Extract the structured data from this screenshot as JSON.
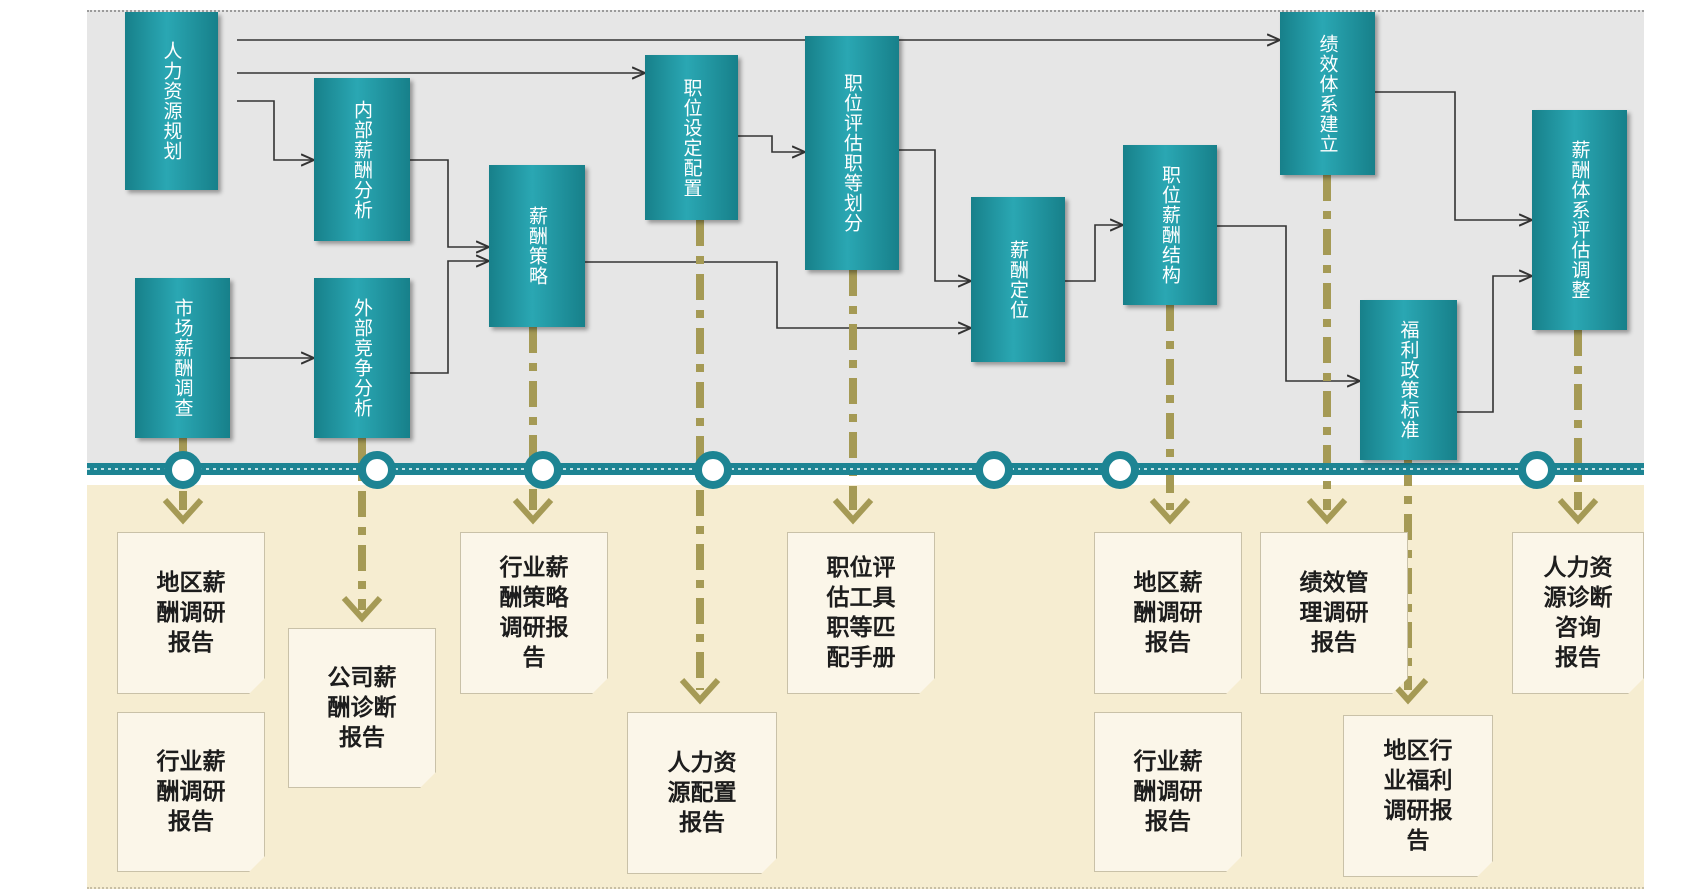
{
  "process_steps": [
    {
      "id": "hr-planning",
      "label": "人力资源规划"
    },
    {
      "id": "market-survey",
      "label": "市场薪酬调查"
    },
    {
      "id": "internal-analysis",
      "label": "内部薪酬分析"
    },
    {
      "id": "external-analysis",
      "label": "外部竞争分析"
    },
    {
      "id": "salary-strategy",
      "label": "薪酬策略"
    },
    {
      "id": "position-setup",
      "label": "职位设定配置"
    },
    {
      "id": "position-evaluation",
      "label": "职位评估职等划分"
    },
    {
      "id": "salary-positioning",
      "label": "薪酬定位"
    },
    {
      "id": "position-salary-structure",
      "label": "职位薪酬结构"
    },
    {
      "id": "performance-system",
      "label": "绩效体系建立"
    },
    {
      "id": "welfare-policy",
      "label": "福利政策标准"
    },
    {
      "id": "salary-system-evaluation",
      "label": "薪酬体系评估调整"
    }
  ],
  "deliverables": [
    {
      "id": "regional-salary-report-1",
      "label": "地区薪\n酬调研\n报告"
    },
    {
      "id": "industry-salary-report-1",
      "label": "行业薪\n酬调研\n报告"
    },
    {
      "id": "company-diagnosis-report",
      "label": "公司薪\n酬诊断\n报告"
    },
    {
      "id": "industry-strategy-report",
      "label": "行业薪\n酬策略\n调研报\n告"
    },
    {
      "id": "hr-allocation-report",
      "label": "人力资\n源配置\n报告"
    },
    {
      "id": "position-eval-manual",
      "label": "职位评\n估工具\n职等匹\n配手册"
    },
    {
      "id": "regional-salary-report-2",
      "label": "地区薪\n酬调研\n报告"
    },
    {
      "id": "industry-salary-report-2",
      "label": "行业薪\n酬调研\n报告"
    },
    {
      "id": "performance-mgmt-report",
      "label": "绩效管\n理调研\n报告"
    },
    {
      "id": "regional-welfare-report",
      "label": "地区行\n业福利\n调研报\n告"
    },
    {
      "id": "hr-diagnosis-report",
      "label": "人力资\n源诊断\n咨询\n报告"
    }
  ],
  "colors": {
    "process_fill": "#1f95a1",
    "timeline": "#1d8493",
    "dash_arrow": "#a59a55",
    "arrow_line": "#333333"
  }
}
